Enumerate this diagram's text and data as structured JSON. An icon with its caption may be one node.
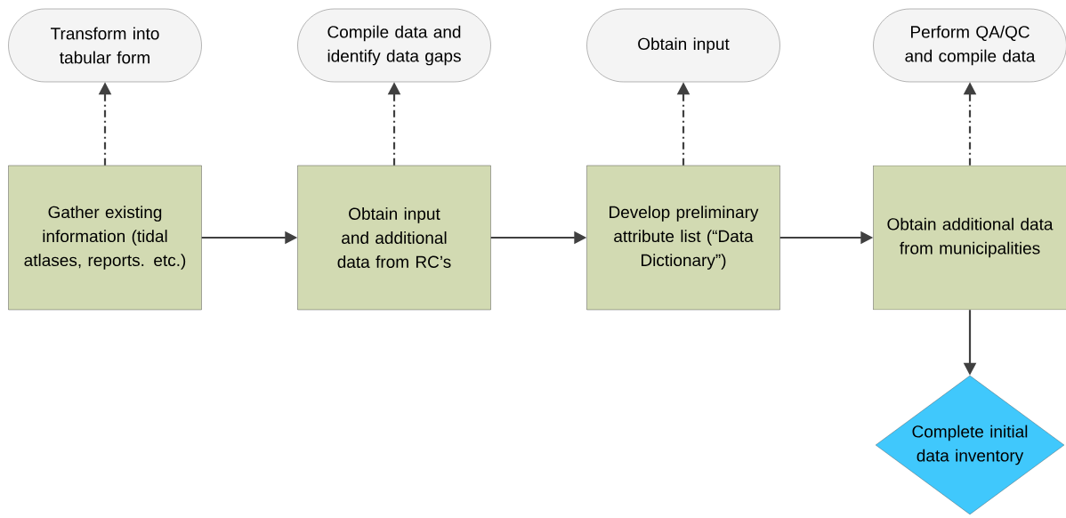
{
  "diagram": {
    "nodes": [
      {
        "text": [
          "Transform into tabular form"
        ]
      },
      {
        "text": [
          "Compile data and identify data gaps"
        ]
      },
      {
        "text": [
          "Obtain input"
        ]
      },
      {
        "text": [
          "Perform QA/QC and compile data"
        ]
      },
      {
        "text": [
          "Gather existing information (tidal atlases, reports. etc.)"
        ]
      },
      {
        "text": [
          "Obtain input and additional data from RC’s"
        ]
      },
      {
        "text": [
          "Develop preliminary attribute list (“Data Dictionary”)"
        ]
      },
      {
        "text": [
          "Obtain additional data from municipalities"
        ]
      },
      {
        "text": [
          "Complete initial data inventory"
        ]
      }
    ],
    "edges": [
      {
        "from": 4,
        "to": 0,
        "arrow": "to",
        "style": "dashed"
      },
      {
        "from": 5,
        "to": 1,
        "arrow": "to",
        "style": "dashed"
      },
      {
        "from": 6,
        "to": 2,
        "arrow": "to",
        "style": "dashed"
      },
      {
        "from": 7,
        "to": 3,
        "arrow": "to",
        "style": "dashed"
      },
      {
        "from": 4,
        "to": 5,
        "arrow": "to"
      },
      {
        "from": 5,
        "to": 6,
        "arrow": "to"
      },
      {
        "from": 6,
        "to": 7,
        "arrow": "to"
      },
      {
        "from": 7,
        "to": 8,
        "arrow": "to"
      }
    ]
  }
}
